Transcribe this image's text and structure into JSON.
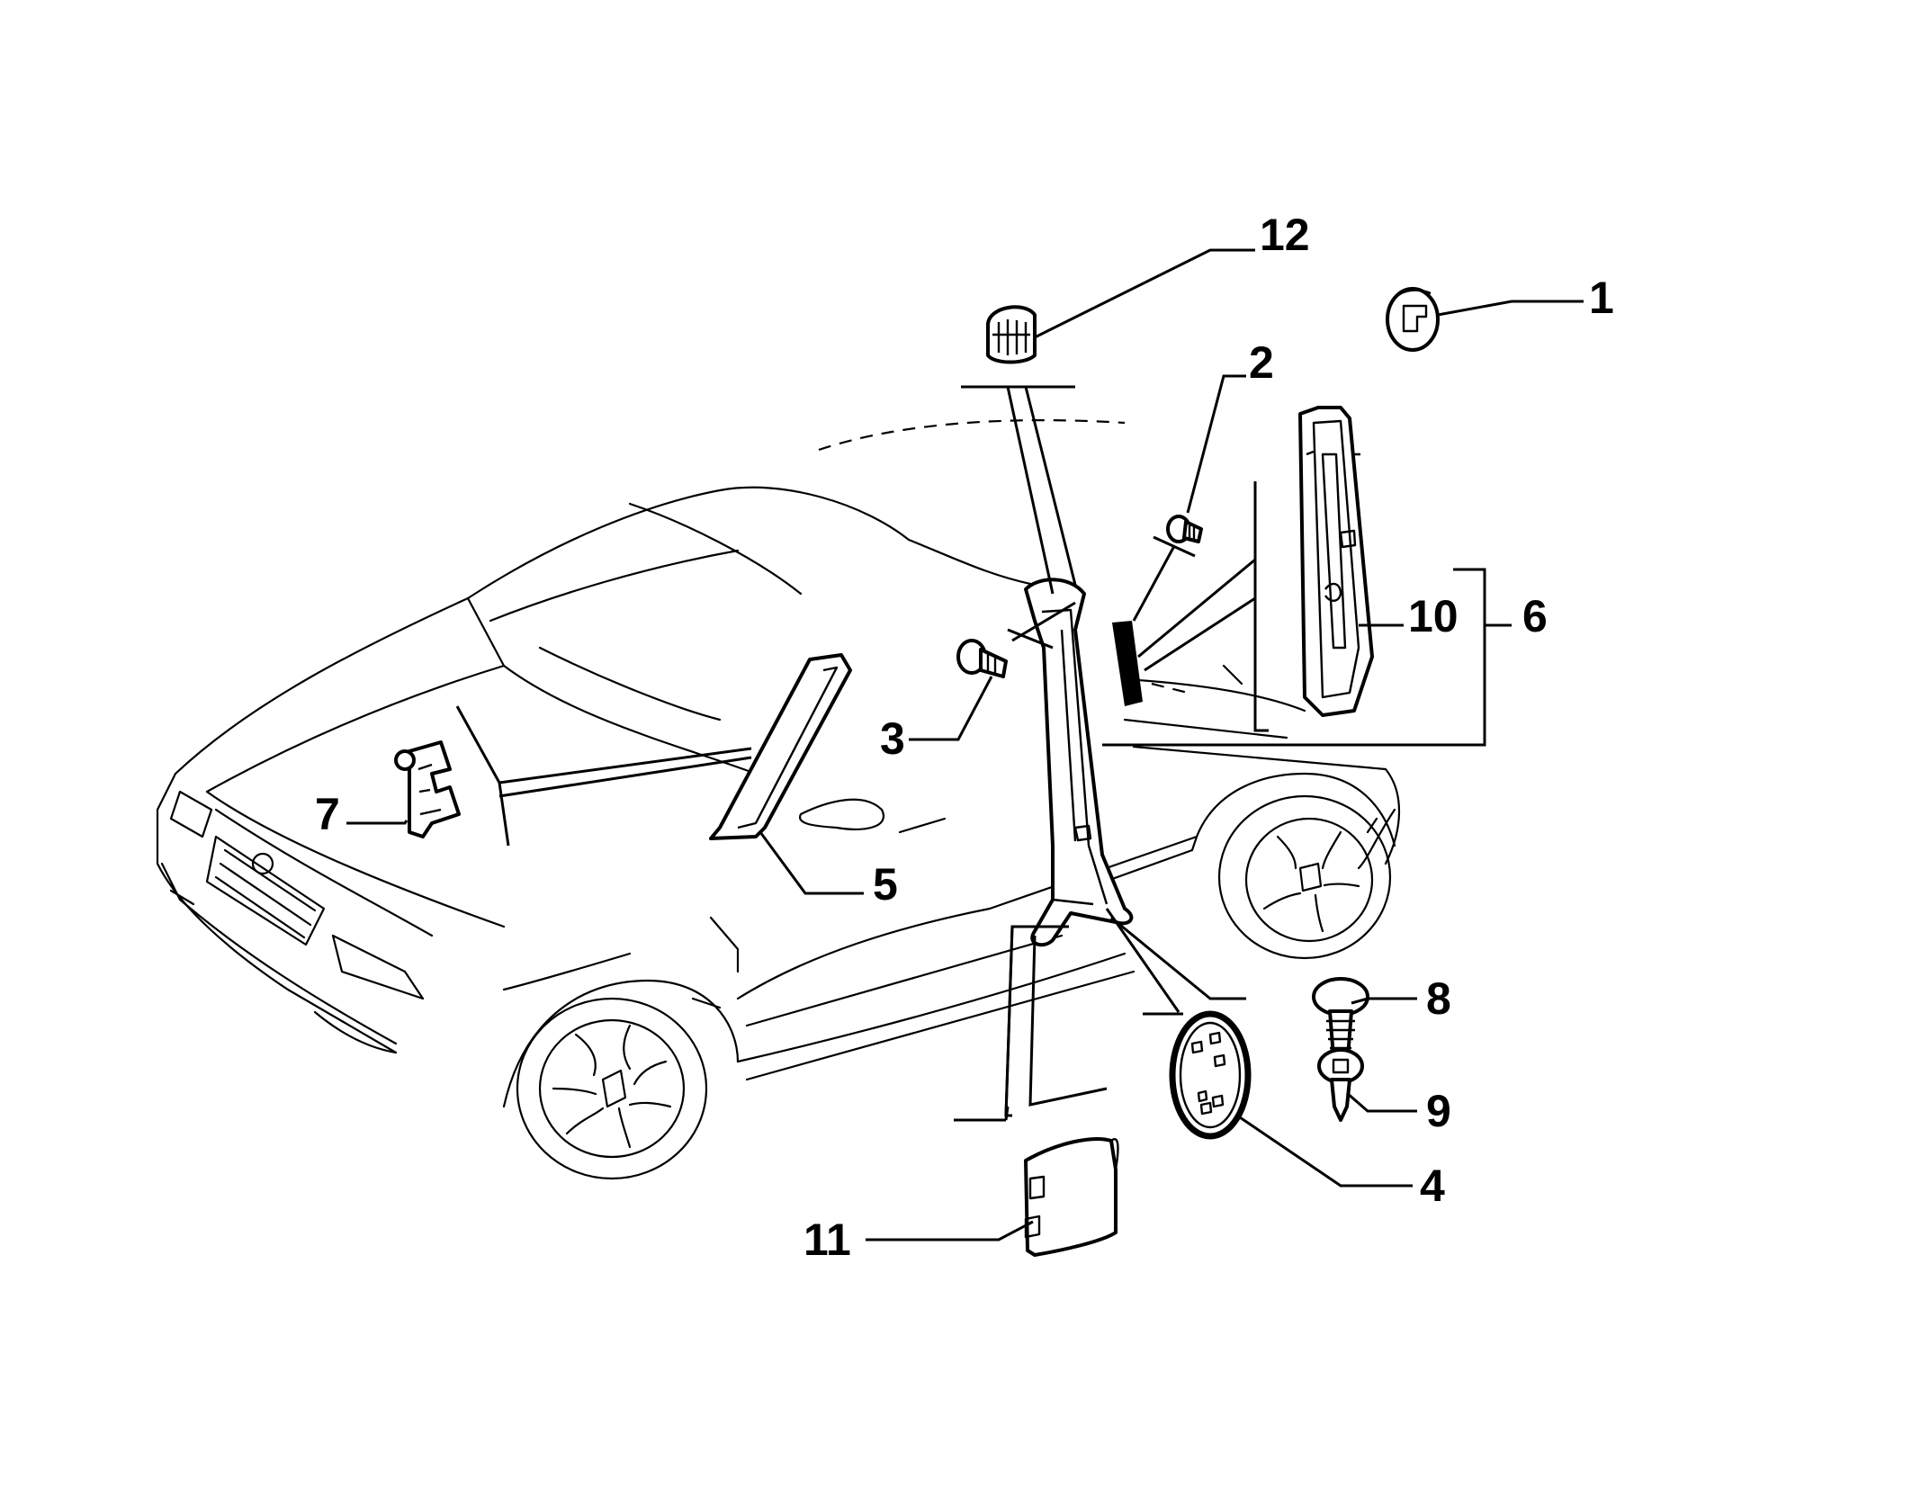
{
  "diagram": {
    "callouts": [
      {
        "id": "1",
        "label": "1"
      },
      {
        "id": "2",
        "label": "2"
      },
      {
        "id": "3",
        "label": "3"
      },
      {
        "id": "4",
        "label": "4"
      },
      {
        "id": "5",
        "label": "5"
      },
      {
        "id": "6",
        "label": "6"
      },
      {
        "id": "7",
        "label": "7"
      },
      {
        "id": "8",
        "label": "8"
      },
      {
        "id": "9",
        "label": "9"
      },
      {
        "id": "10",
        "label": "10"
      },
      {
        "id": "11",
        "label": "11"
      },
      {
        "id": "12",
        "label": "12"
      }
    ]
  },
  "colors": {
    "line": "#000000",
    "background": "#ffffff"
  }
}
